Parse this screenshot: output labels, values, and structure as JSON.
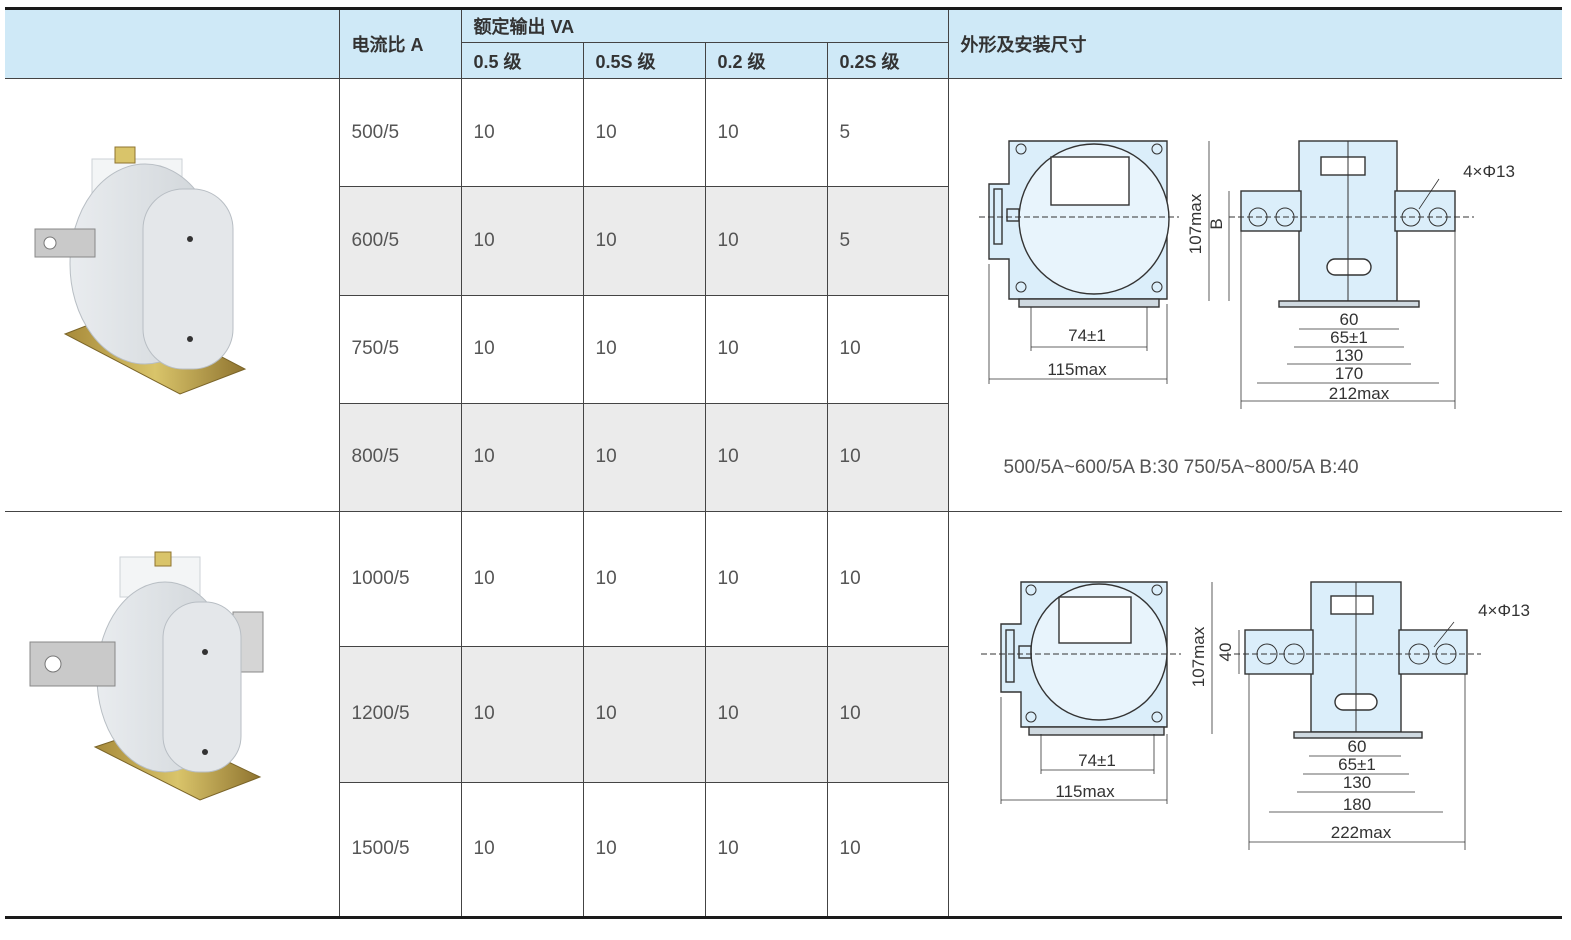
{
  "header": {
    "ratio": "电流比 A",
    "rated_output": "额定输出 VA",
    "class_05": "0.5 级",
    "class_05s": "0.5S 级",
    "class_02": "0.2 级",
    "class_02s": "0.2S 级",
    "dimensions": "外形及安装尺寸"
  },
  "group1": {
    "rows": [
      {
        "ratio": "500/5",
        "c05": "10",
        "c05s": "10",
        "c02": "10",
        "c02s": "5"
      },
      {
        "ratio": "600/5",
        "c05": "10",
        "c05s": "10",
        "c02": "10",
        "c02s": "5"
      },
      {
        "ratio": "750/5",
        "c05": "10",
        "c05s": "10",
        "c02": "10",
        "c02s": "10"
      },
      {
        "ratio": "800/5",
        "c05": "10",
        "c05s": "10",
        "c02": "10",
        "c02s": "10"
      }
    ],
    "drawing": {
      "d1": "74±1",
      "d2": "115max",
      "h": "107max",
      "b": "B",
      "hole": "4×Φ13",
      "w1": "60",
      "w2": "65±1",
      "w3": "130",
      "w4": "170",
      "w5": "212max"
    },
    "note": "500/5A~600/5A B:30   750/5A~800/5A B:40"
  },
  "group2": {
    "rows": [
      {
        "ratio": "1000/5",
        "c05": "10",
        "c05s": "10",
        "c02": "10",
        "c02s": "10"
      },
      {
        "ratio": "1200/5",
        "c05": "10",
        "c05s": "10",
        "c02": "10",
        "c02s": "10"
      },
      {
        "ratio": "1500/5",
        "c05": "10",
        "c05s": "10",
        "c02": "10",
        "c02s": "10"
      }
    ],
    "drawing": {
      "d1": "74±1",
      "d2": "115max",
      "h": "107max",
      "b": "40",
      "hole": "4×Φ13",
      "w1": "60",
      "w2": "65±1",
      "w3": "130",
      "w4": "180",
      "w5": "222max"
    }
  },
  "colors": {
    "header_bg": "#cfe9f7",
    "row_shade": "#ebebeb",
    "drawing_fill": "#dbeefa"
  }
}
